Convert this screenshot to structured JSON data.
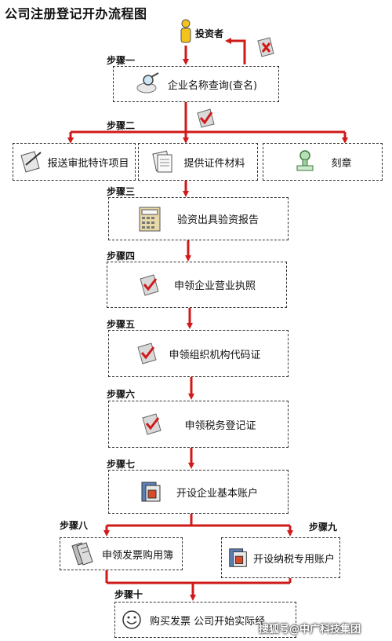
{
  "title": "公司注册登记开办流程图",
  "investor": "投资者",
  "steps": {
    "s1": "步骤一",
    "s2": "步骤二",
    "s3": "步骤三",
    "s4": "步骤四",
    "s5": "步骤五",
    "s6": "步骤六",
    "s7": "步骤七",
    "s8": "步骤八",
    "s9": "步骤九",
    "s10": "步骤十"
  },
  "boxes": {
    "name_check": "企业名称查询(查名)",
    "special_approval": "报送审批特许项目",
    "documents": "提供证件材料",
    "seal": "刻章",
    "capital_verify": "验资出具验资报告",
    "business_license": "申领企业营业执照",
    "org_code": "申领组织机构代码证",
    "tax_reg": "申领税务登记证",
    "bank_account": "开设企业基本账户",
    "invoice_book": "申领发票购用簿",
    "tax_account": "开设纳税专用账户",
    "start_business": "购买发票 公司开始实际经"
  },
  "watermark": "搜狐号@中广科技集团"
}
